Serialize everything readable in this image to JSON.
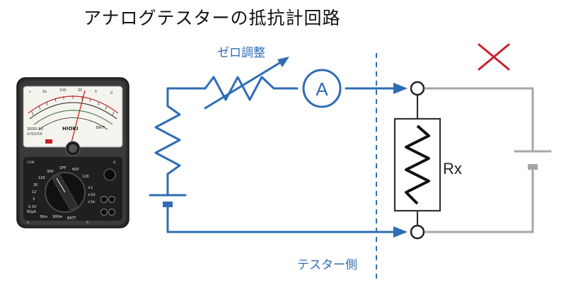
{
  "title": "アナログテスターの抵抗計回路",
  "labels": {
    "zero_adjust": "ゼロ調整",
    "ammeter_symbol": "A",
    "resistor_rx": "Rx",
    "tester_side": "テスター側",
    "wrong_mark": "×"
  },
  "meter": {
    "brand": "HIOKI",
    "model": "3030-10",
    "product": "HiTESTER",
    "batt_label": "BATT",
    "range_labels": [
      "OFF",
      "600",
      "300",
      "120",
      "30",
      "12",
      "3",
      "0.3V",
      "60μA",
      "30m",
      "300m",
      "BATT",
      "×1k",
      "×10",
      "×1",
      "120"
    ],
    "terminal_labels": [
      "COM",
      "Ω",
      "V",
      "A"
    ]
  },
  "colors": {
    "circuit_blue": "#2e6db4",
    "external_gray": "#a6a6a6",
    "cross_red": "#c9202b",
    "meter_body": "#2b2b2b"
  }
}
